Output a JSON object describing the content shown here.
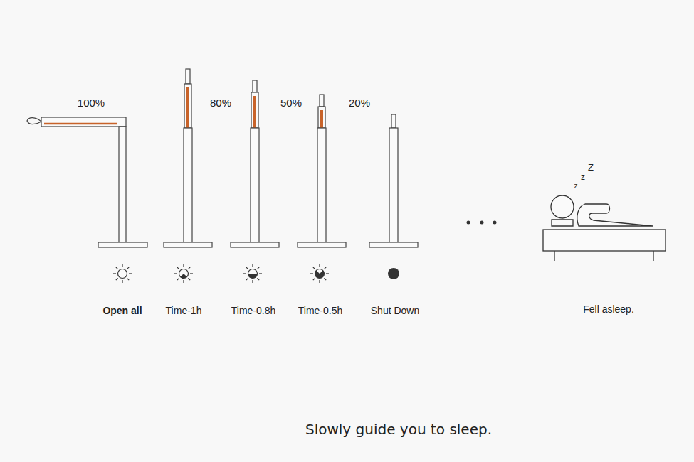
{
  "diagram": {
    "caption": "Slowly guide you to sleep.",
    "labels": [
      "100%",
      "80%",
      "50%",
      "20%",
      "Open all",
      "Time-1h",
      "Time-0.8h",
      "Time-0.5h",
      "Shut Down",
      "z",
      "z",
      "Z",
      "Fell asleep."
    ]
  }
}
